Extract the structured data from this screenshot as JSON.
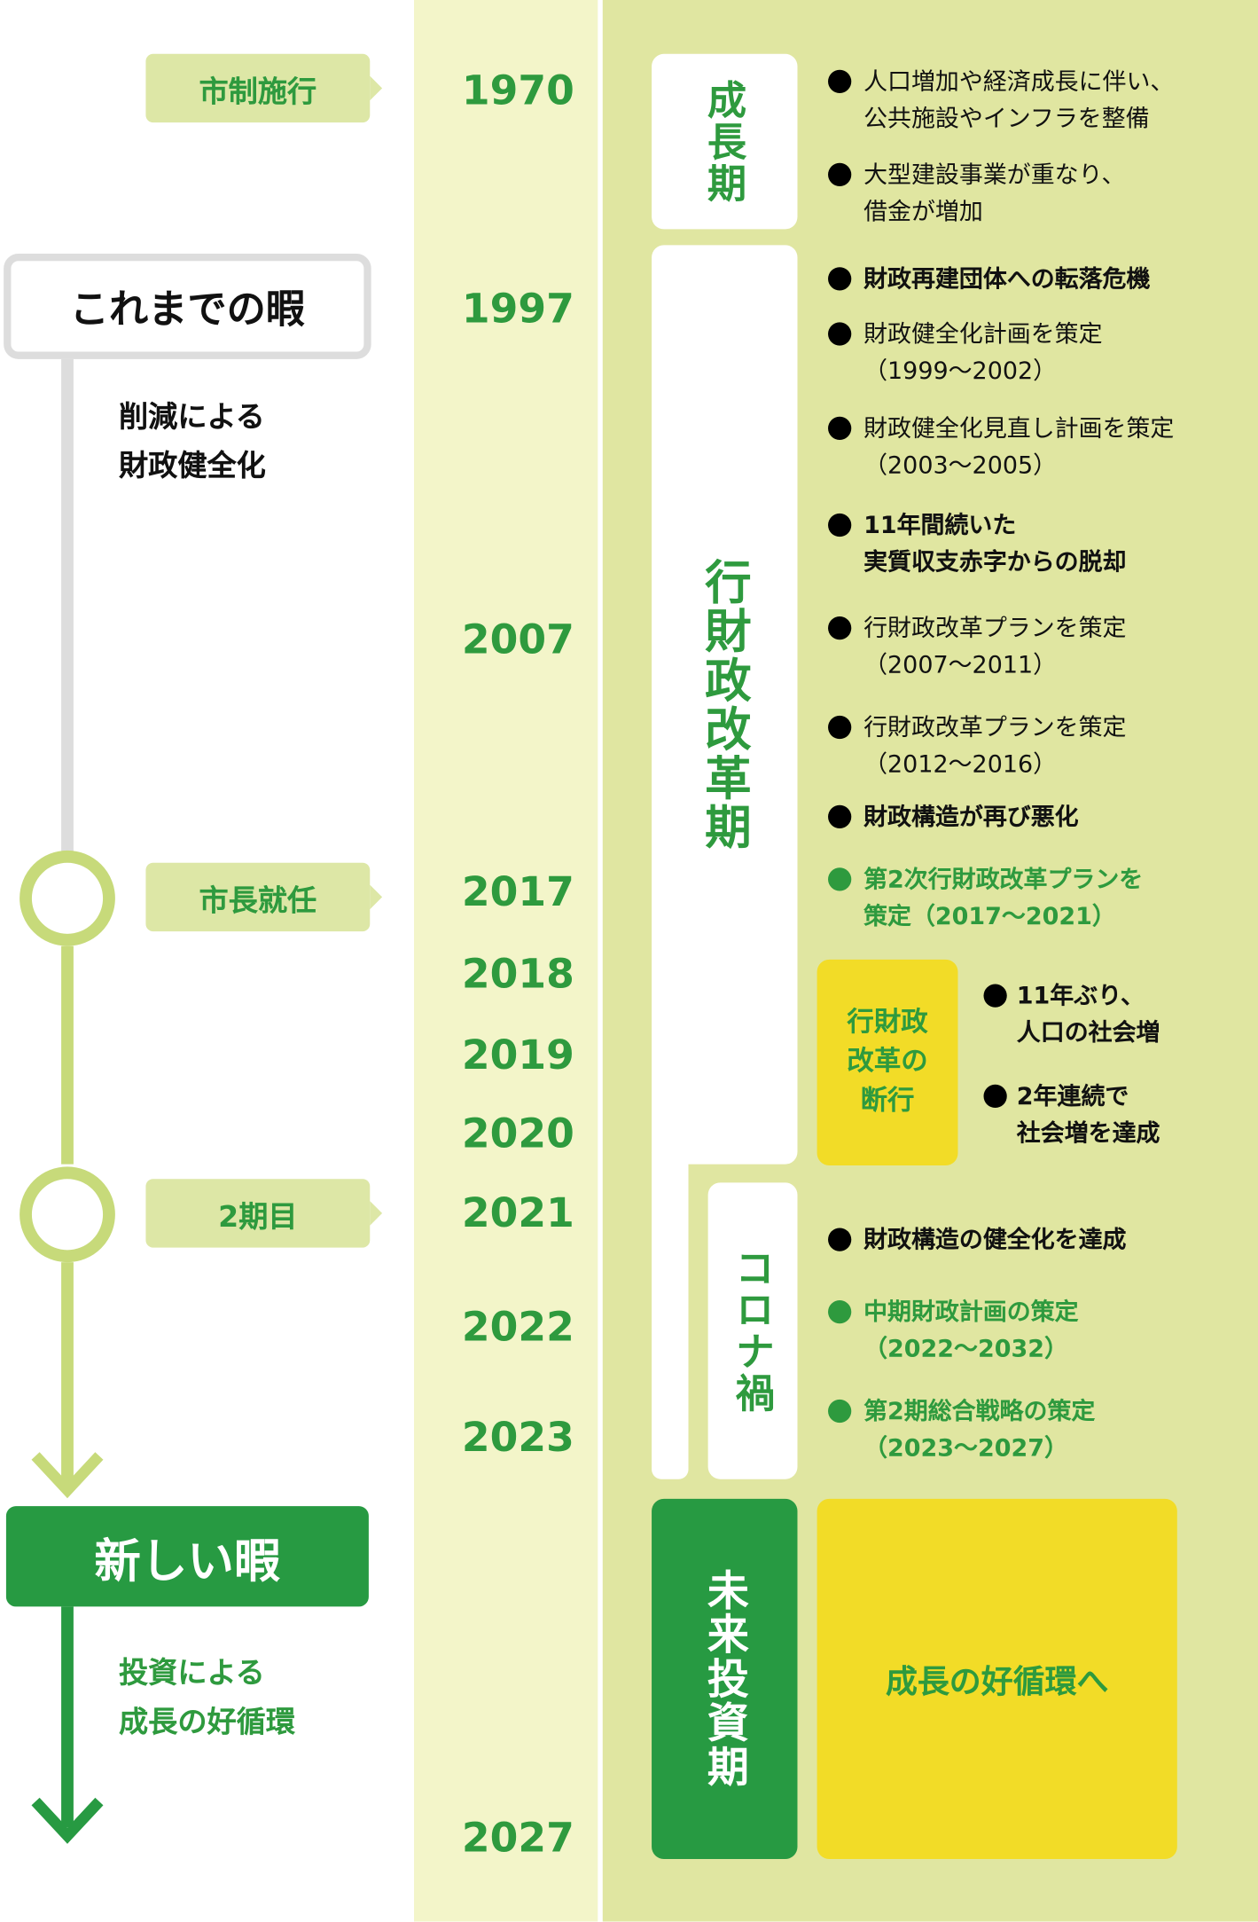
{
  "left": {
    "tags": [
      "市制施行",
      "市長就任",
      "2期目"
    ],
    "old_era": "これまでの暇",
    "old_desc": [
      "削減による",
      "財政健全化"
    ],
    "new_era": "新しい暇",
    "new_desc": [
      "投資による",
      "成長の好循環"
    ]
  },
  "years": [
    "1970",
    "1997",
    "2007",
    "2017",
    "2018",
    "2019",
    "2020",
    "2021",
    "2022",
    "2023",
    "2027"
  ],
  "eras": {
    "growth": "成長期",
    "reform": "行財政改革期",
    "corona": "コロナ禍",
    "future": "未来投資期"
  },
  "bullets": [
    [
      "人口増加や経済成長に伴い、",
      "公共施設やインフラを整備"
    ],
    [
      "大型建設事業が重なり、",
      "借金が増加"
    ],
    [
      "財政再建団体への転落危機"
    ],
    [
      "財政健全化計画を策定",
      "（1999～2002）"
    ],
    [
      "財政健全化見直し計画を策定",
      "（2003～2005）"
    ],
    [
      "11年間続いた",
      "実質収支赤字からの脱却"
    ],
    [
      "行財政改革プランを策定",
      "（2007～2011）"
    ],
    [
      "行財政改革プランを策定",
      "（2012～2016）"
    ],
    [
      "財政構造が再び悪化"
    ],
    [
      "第2次行財政改革プランを",
      "策定（2017～2021）"
    ],
    [
      "11年ぶり、",
      "人口の社会増"
    ],
    [
      "2年連続で",
      "社会増を達成"
    ],
    [
      "財政構造の健全化を達成"
    ],
    [
      "中期財政計画の策定",
      "（2022～2032）"
    ],
    [
      "第2期総合戦略の策定",
      "（2023～2027）"
    ]
  ],
  "reform_box": [
    "行財政",
    "改革の",
    "断行"
  ],
  "goal": "成長の好循環へ",
  "colors": {
    "green": "#2e9a3e",
    "dark_green": "#279a42",
    "yellow": "#f2dc27",
    "light": "#e0e6a1"
  }
}
